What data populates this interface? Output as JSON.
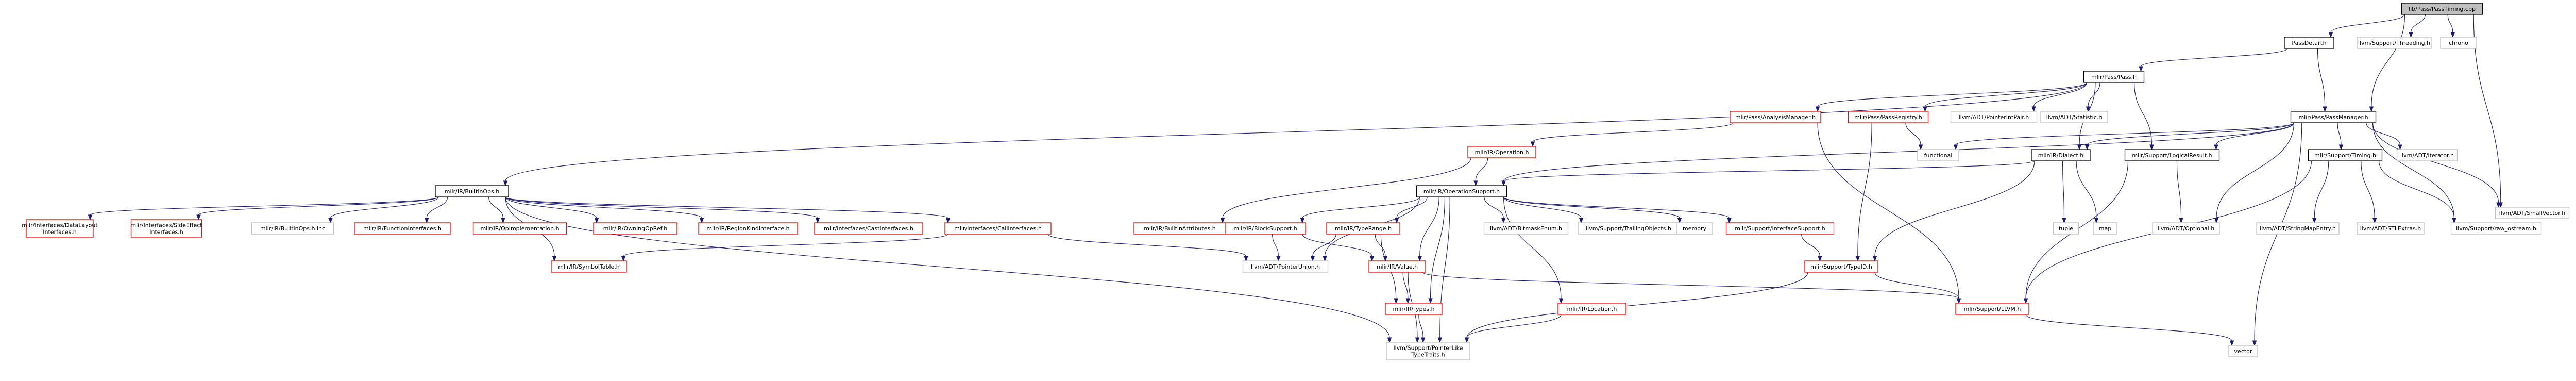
{
  "colors": {
    "edge": "#191970",
    "root_fill": "#bfbfbf",
    "root_stroke": "#000000",
    "doc_fill": "#ffffff",
    "doc_stroke": "#000000",
    "missing_stroke": "#ff0000"
  },
  "nodes": [
    {
      "id": "root",
      "lines": [
        "lib/Pass/PassTiming.cpp"
      ],
      "kind": "root"
    },
    {
      "id": "passdetail",
      "lines": [
        "PassDetail.h"
      ],
      "kind": "doc"
    },
    {
      "id": "threading",
      "lines": [
        "llvm/Support/Threading.h"
      ],
      "kind": "plain"
    },
    {
      "id": "chrono",
      "lines": [
        "chrono"
      ],
      "kind": "plain"
    },
    {
      "id": "pass",
      "lines": [
        "mlir/Pass/Pass.h"
      ],
      "kind": "doc"
    },
    {
      "id": "passmanager",
      "lines": [
        "mlir/Pass/PassManager.h"
      ],
      "kind": "doc"
    },
    {
      "id": "smallvector",
      "lines": [
        "llvm/ADT/SmallVector.h"
      ],
      "kind": "plain"
    },
    {
      "id": "analysismanager",
      "lines": [
        "mlir/Pass/AnalysisManager.h"
      ],
      "kind": "missing"
    },
    {
      "id": "passregistry",
      "lines": [
        "mlir/Pass/PassRegistry.h"
      ],
      "kind": "missing"
    },
    {
      "id": "pointerintpair",
      "lines": [
        "llvm/ADT/PointerIntPair.h"
      ],
      "kind": "plain"
    },
    {
      "id": "statistic",
      "lines": [
        "llvm/ADT/Statistic.h"
      ],
      "kind": "plain"
    },
    {
      "id": "builtinops",
      "lines": [
        "mlir/IR/BuiltinOps.h"
      ],
      "kind": "doc"
    },
    {
      "id": "operation",
      "lines": [
        "mlir/IR/Operation.h"
      ],
      "kind": "missing"
    },
    {
      "id": "functional",
      "lines": [
        "functional"
      ],
      "kind": "plain"
    },
    {
      "id": "dialect",
      "lines": [
        "mlir/IR/Dialect.h"
      ],
      "kind": "doc"
    },
    {
      "id": "logicalresult",
      "lines": [
        "mlir/Support/LogicalResult.h"
      ],
      "kind": "doc"
    },
    {
      "id": "timing",
      "lines": [
        "mlir/Support/Timing.h"
      ],
      "kind": "doc"
    },
    {
      "id": "iterator",
      "lines": [
        "llvm/ADT/iterator.h"
      ],
      "kind": "plain"
    },
    {
      "id": "datalayout",
      "lines": [
        "mlir/Interfaces/DataLayout",
        "Interfaces.h"
      ],
      "kind": "missing"
    },
    {
      "id": "sideeffect",
      "lines": [
        "mlir/Interfaces/SideEffect",
        "Interfaces.h"
      ],
      "kind": "missing"
    },
    {
      "id": "builtinopsinc",
      "lines": [
        "mlir/IR/BuiltinOps.h.inc"
      ],
      "kind": "plain"
    },
    {
      "id": "functioninterfaces",
      "lines": [
        "mlir/IR/FunctionInterfaces.h"
      ],
      "kind": "missing"
    },
    {
      "id": "opimplementation",
      "lines": [
        "mlir/IR/OpImplementation.h"
      ],
      "kind": "missing"
    },
    {
      "id": "owningopref",
      "lines": [
        "mlir/IR/OwningOpRef.h"
      ],
      "kind": "missing"
    },
    {
      "id": "regionkind",
      "lines": [
        "mlir/IR/RegionKindInterface.h"
      ],
      "kind": "missing"
    },
    {
      "id": "castinterfaces",
      "lines": [
        "mlir/Interfaces/CastInterfaces.h"
      ],
      "kind": "missing"
    },
    {
      "id": "callinterfaces",
      "lines": [
        "mlir/Interfaces/CallInterfaces.h"
      ],
      "kind": "missing"
    },
    {
      "id": "builtinattributes",
      "lines": [
        "mlir/IR/BuiltinAttributes.h"
      ],
      "kind": "missing"
    },
    {
      "id": "operationsupport",
      "lines": [
        "mlir/IR/OperationSupport.h"
      ],
      "kind": "doc"
    },
    {
      "id": "tuple",
      "lines": [
        "tuple"
      ],
      "kind": "plain"
    },
    {
      "id": "map",
      "lines": [
        "map"
      ],
      "kind": "plain"
    },
    {
      "id": "optional",
      "lines": [
        "llvm/ADT/Optional.h"
      ],
      "kind": "plain"
    },
    {
      "id": "stringmapentry",
      "lines": [
        "llvm/ADT/StringMapEntry.h"
      ],
      "kind": "plain"
    },
    {
      "id": "stlextras",
      "lines": [
        "llvm/ADT/STLExtras.h"
      ],
      "kind": "plain"
    },
    {
      "id": "rawostream",
      "lines": [
        "llvm/Support/raw_ostream.h"
      ],
      "kind": "plain"
    },
    {
      "id": "symboltable",
      "lines": [
        "mlir/IR/SymbolTable.h"
      ],
      "kind": "missing"
    },
    {
      "id": "blocksupport",
      "lines": [
        "mlir/IR/BlockSupport.h"
      ],
      "kind": "missing"
    },
    {
      "id": "typerange",
      "lines": [
        "mlir/IR/TypeRange.h"
      ],
      "kind": "missing"
    },
    {
      "id": "bitmaskenum",
      "lines": [
        "llvm/ADT/BitmaskEnum.h"
      ],
      "kind": "plain"
    },
    {
      "id": "trailingobjects",
      "lines": [
        "llvm/Support/TrailingObjects.h"
      ],
      "kind": "plain"
    },
    {
      "id": "memory",
      "lines": [
        "memory"
      ],
      "kind": "plain"
    },
    {
      "id": "interfacesupport",
      "lines": [
        "mlir/Support/InterfaceSupport.h"
      ],
      "kind": "missing"
    },
    {
      "id": "pointerunion",
      "lines": [
        "llvm/ADT/PointerUnion.h"
      ],
      "kind": "plain"
    },
    {
      "id": "value",
      "lines": [
        "mlir/IR/Value.h"
      ],
      "kind": "missing"
    },
    {
      "id": "typeid",
      "lines": [
        "mlir/Support/TypeID.h"
      ],
      "kind": "missing"
    },
    {
      "id": "location",
      "lines": [
        "mlir/IR/Location.h"
      ],
      "kind": "missing"
    },
    {
      "id": "types",
      "lines": [
        "mlir/IR/Types.h"
      ],
      "kind": "missing"
    },
    {
      "id": "llvmh",
      "lines": [
        "mlir/Support/LLVM.h"
      ],
      "kind": "missing"
    },
    {
      "id": "vector",
      "lines": [
        "vector"
      ],
      "kind": "plain"
    },
    {
      "id": "pointerliketypetraits",
      "lines": [
        "llvm/Support/PointerLike",
        "TypeTraits.h"
      ],
      "kind": "plain"
    }
  ],
  "edges": [
    [
      "root",
      "passdetail"
    ],
    [
      "root",
      "threading"
    ],
    [
      "root",
      "chrono"
    ],
    [
      "root",
      "passmanager"
    ],
    [
      "root",
      "smallvector"
    ],
    [
      "passdetail",
      "pass"
    ],
    [
      "passdetail",
      "passmanager"
    ],
    [
      "pass",
      "analysismanager"
    ],
    [
      "pass",
      "passregistry"
    ],
    [
      "pass",
      "pointerintpair"
    ],
    [
      "pass",
      "statistic"
    ],
    [
      "pass",
      "builtinops"
    ],
    [
      "pass",
      "logicalresult"
    ],
    [
      "pass",
      "dialect"
    ],
    [
      "passmanager",
      "operationsupport"
    ],
    [
      "passmanager",
      "dialect"
    ],
    [
      "passmanager",
      "logicalresult"
    ],
    [
      "passmanager",
      "timing"
    ],
    [
      "passmanager",
      "iterator"
    ],
    [
      "passmanager",
      "smallvector"
    ],
    [
      "passmanager",
      "functional"
    ],
    [
      "passmanager",
      "optional"
    ],
    [
      "passmanager",
      "rawostream"
    ],
    [
      "passmanager",
      "vector"
    ],
    [
      "analysismanager",
      "operation"
    ],
    [
      "analysismanager",
      "llvmh"
    ],
    [
      "passregistry",
      "functional"
    ],
    [
      "passregistry",
      "typeid"
    ],
    [
      "operation",
      "operationsupport"
    ],
    [
      "operation",
      "builtinattributes"
    ],
    [
      "builtinops",
      "datalayout"
    ],
    [
      "builtinops",
      "sideeffect"
    ],
    [
      "builtinops",
      "builtinopsinc"
    ],
    [
      "builtinops",
      "functioninterfaces"
    ],
    [
      "builtinops",
      "opimplementation"
    ],
    [
      "builtinops",
      "owningopref"
    ],
    [
      "builtinops",
      "regionkind"
    ],
    [
      "builtinops",
      "castinterfaces"
    ],
    [
      "builtinops",
      "callinterfaces"
    ],
    [
      "builtinops",
      "symboltable"
    ],
    [
      "builtinops",
      "pointerliketypetraits"
    ],
    [
      "callinterfaces",
      "symboltable"
    ],
    [
      "callinterfaces",
      "pointerunion"
    ],
    [
      "dialect",
      "operationsupport"
    ],
    [
      "dialect",
      "tuple"
    ],
    [
      "dialect",
      "map"
    ],
    [
      "dialect",
      "typeid"
    ],
    [
      "logicalresult",
      "optional"
    ],
    [
      "logicalresult",
      "llvmh"
    ],
    [
      "timing",
      "stringmapentry"
    ],
    [
      "timing",
      "stlextras"
    ],
    [
      "timing",
      "rawostream"
    ],
    [
      "timing",
      "llvmh"
    ],
    [
      "operationsupport",
      "blocksupport"
    ],
    [
      "operationsupport",
      "typerange"
    ],
    [
      "operationsupport",
      "bitmaskenum"
    ],
    [
      "operationsupport",
      "trailingobjects"
    ],
    [
      "operationsupport",
      "memory"
    ],
    [
      "operationsupport",
      "interfacesupport"
    ],
    [
      "operationsupport",
      "location"
    ],
    [
      "operationsupport",
      "value"
    ],
    [
      "operationsupport",
      "types"
    ],
    [
      "operationsupport",
      "pointerunion"
    ],
    [
      "operationsupport",
      "pointerliketypetraits"
    ],
    [
      "blocksupport",
      "value"
    ],
    [
      "blocksupport",
      "pointerunion"
    ],
    [
      "typerange",
      "types"
    ],
    [
      "typerange",
      "value"
    ],
    [
      "typerange",
      "pointerunion"
    ],
    [
      "interfacesupport",
      "typeid"
    ],
    [
      "value",
      "types"
    ],
    [
      "value",
      "llvmh"
    ],
    [
      "value",
      "pointerliketypetraits"
    ],
    [
      "typeid",
      "llvmh"
    ],
    [
      "typeid",
      "pointerliketypetraits"
    ],
    [
      "location",
      "pointerliketypetraits"
    ],
    [
      "types",
      "pointerliketypetraits"
    ],
    [
      "llvmh",
      "vector"
    ]
  ]
}
